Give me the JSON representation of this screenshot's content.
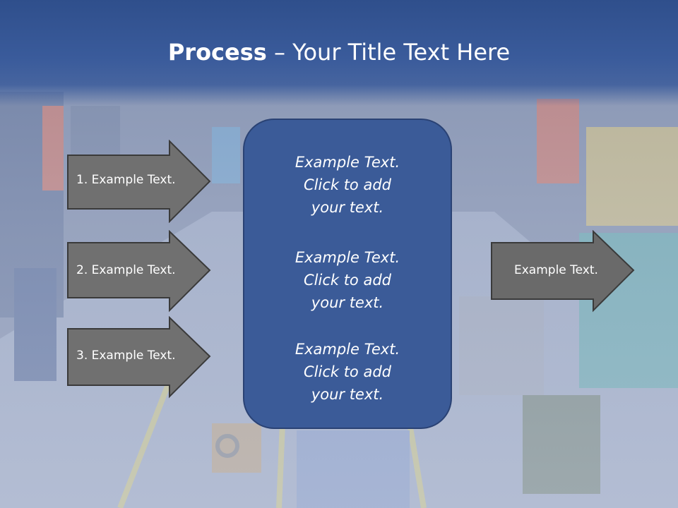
{
  "title": {
    "bold": "Process",
    "dash": " – ",
    "rest": "Your Title Text Here"
  },
  "left_steps": [
    {
      "label": "1. Example Text."
    },
    {
      "label": "2. Example Text."
    },
    {
      "label": "3. Example Text."
    }
  ],
  "center_blocks": [
    {
      "line1": "Example Text.",
      "line2": "Click  to add",
      "line3": "your text."
    },
    {
      "line1": "Example Text.",
      "line2": "Click  to add",
      "line3": "your text."
    },
    {
      "line1": "Example Text.",
      "line2": "Click  to add",
      "line3": "your text."
    }
  ],
  "right_step": {
    "label": "Example Text."
  },
  "colors": {
    "title_bar": "#3a5b9b",
    "center_box": "#3b5b98",
    "arrow_fill": "#6f6f6f",
    "text": "#ffffff"
  }
}
